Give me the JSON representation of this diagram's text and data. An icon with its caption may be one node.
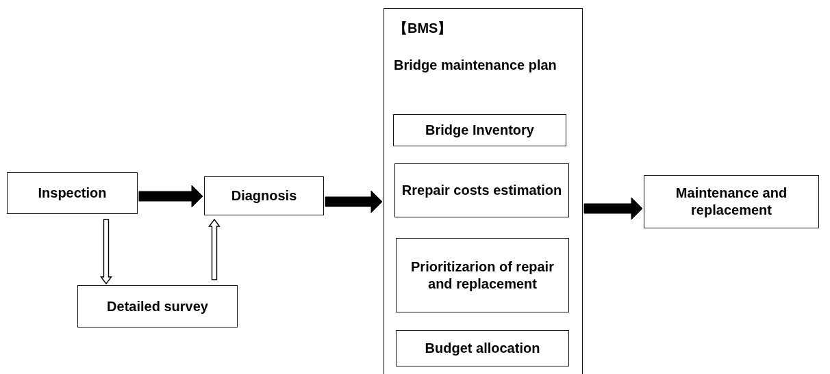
{
  "diagram": {
    "nodes": [
      {
        "text": [
          "Inspection"
        ]
      },
      {
        "text": [
          "Diagnosis"
        ]
      },
      {
        "text": [
          "Detailed survey"
        ]
      },
      {
        "text": [
          "【BMS】",
          "Bridge maintenance plan"
        ]
      },
      {
        "text": [
          "Bridge Inventory"
        ],
        "in": 3
      },
      {
        "text": [
          "Rrepair costs estimation"
        ],
        "in": 3
      },
      {
        "text": [
          "Prioritizarion of repair and replacement"
        ],
        "in": 3
      },
      {
        "text": [
          "Budget allocation"
        ],
        "in": 3
      },
      {
        "text": [
          "Maintenance and replacement"
        ]
      }
    ],
    "edges": [
      {
        "from": 0,
        "to": 1,
        "arrow": "to",
        "style": "thick"
      },
      {
        "from": 0,
        "to": 2,
        "arrow": "to"
      },
      {
        "from": 2,
        "to": 1,
        "arrow": "to"
      },
      {
        "from": 1,
        "to": 3,
        "arrow": "to",
        "style": "thick"
      },
      {
        "from": 3,
        "to": 8,
        "arrow": "to",
        "style": "thick"
      }
    ]
  }
}
